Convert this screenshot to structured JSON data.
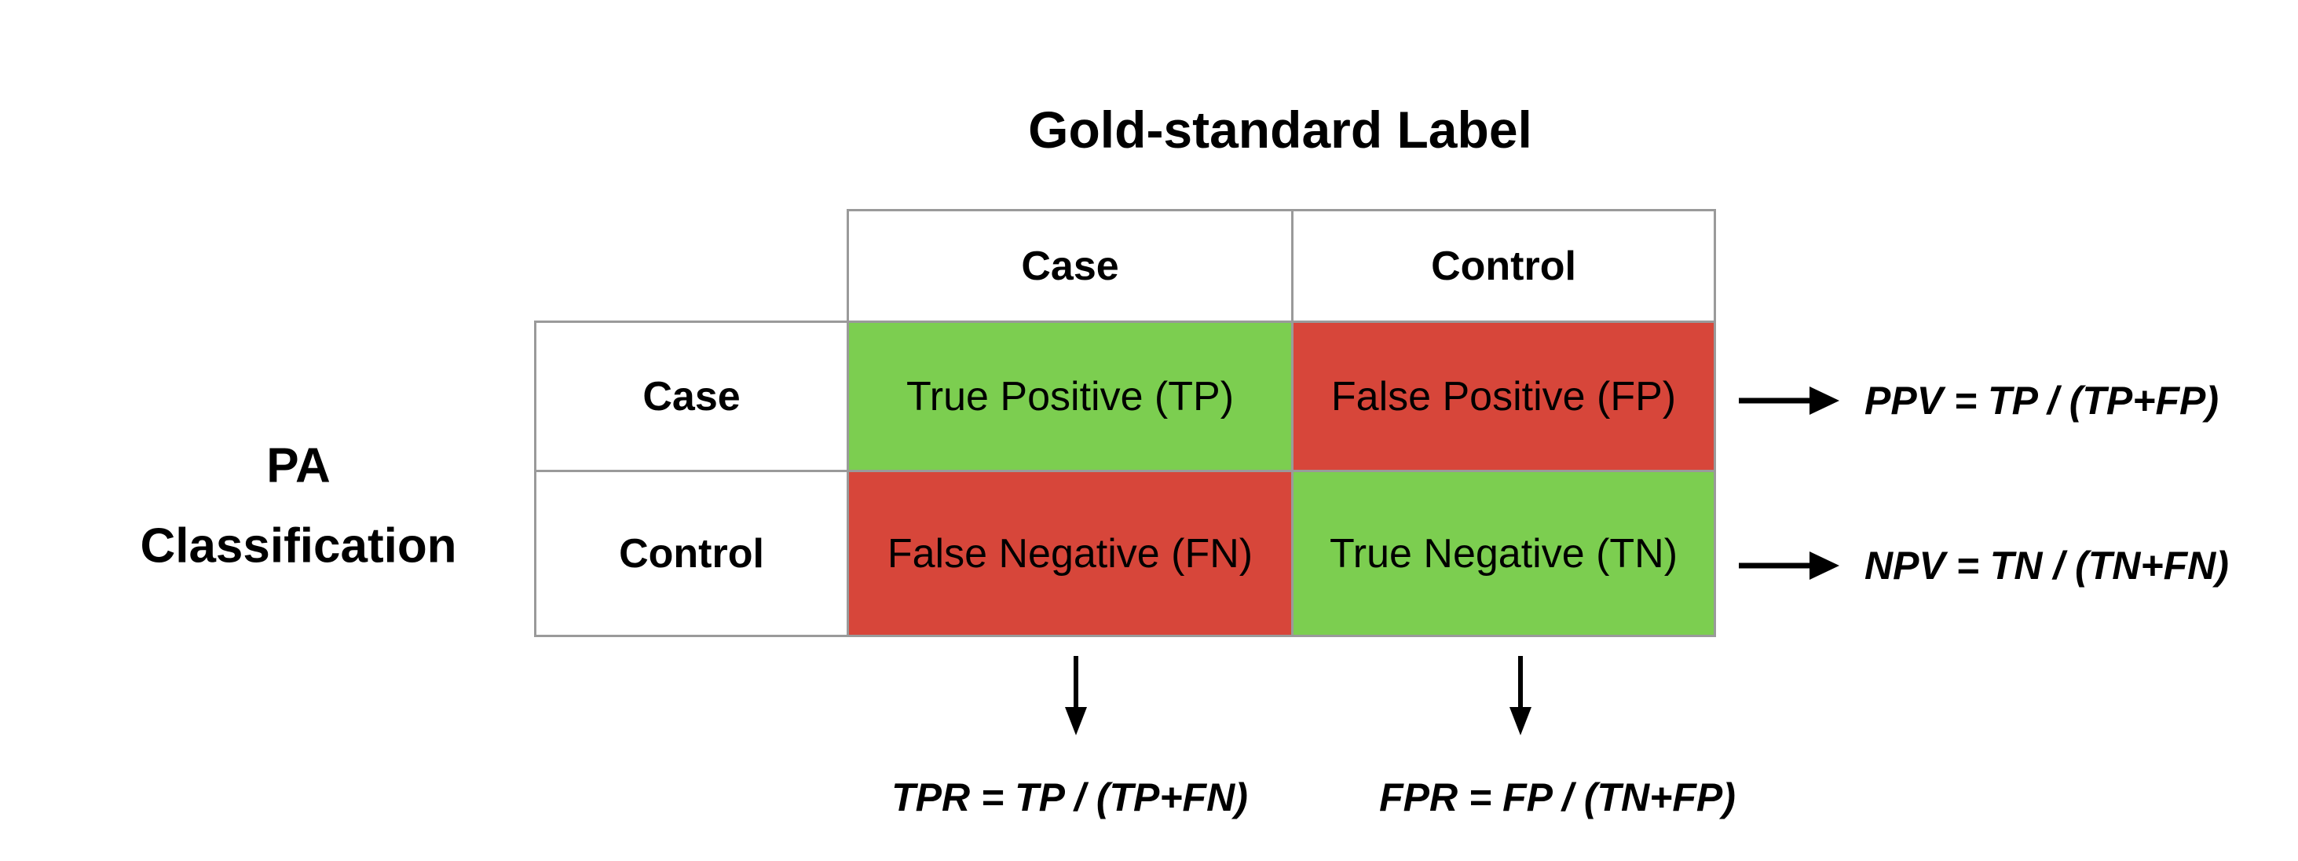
{
  "title": "Gold-standard Label",
  "axis_left": {
    "line1": "PA",
    "line2": "Classification"
  },
  "matrix": {
    "col_headers": [
      "Case",
      "Control"
    ],
    "row_headers": [
      "Case",
      "Control"
    ],
    "cells": [
      {
        "label": "True Positive (TP)",
        "tone": "good"
      },
      {
        "label": "False Positive (FP)",
        "tone": "bad"
      },
      {
        "label": "False Negative (FN)",
        "tone": "bad"
      },
      {
        "label": "True Negative (TN)",
        "tone": "good"
      }
    ]
  },
  "formulas": {
    "ppv": "PPV = TP / (TP+FP)",
    "npv": "NPV = TN / (TN+FN)",
    "tpr": "TPR = TP / (TP+FN)",
    "fpr": "FPR = FP / (TN+FP)"
  },
  "colors": {
    "correct_green": "#7CCE50",
    "incorrect_red": "#D7463A",
    "grid_border": "#9A9A9A",
    "text_black": "#000000",
    "page_bg": "#FFFFFF"
  }
}
